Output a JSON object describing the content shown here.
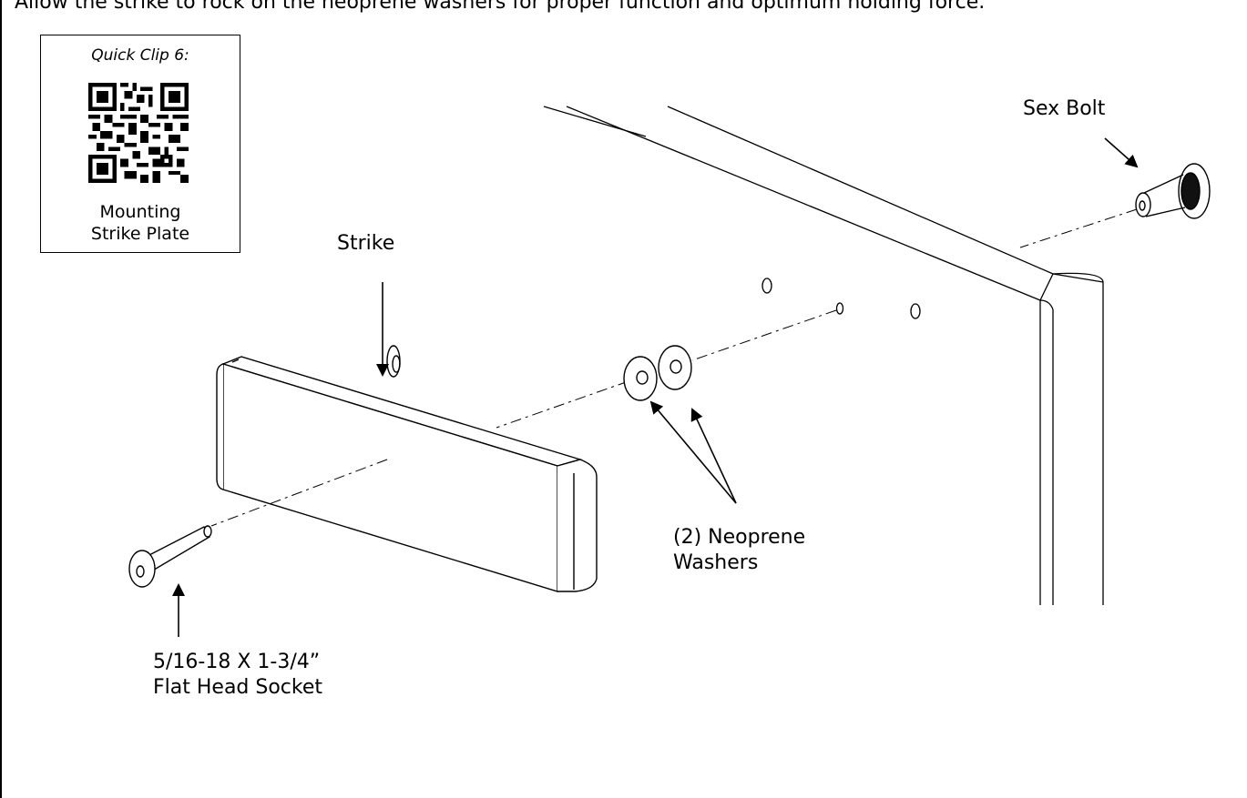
{
  "instruction": "Allow the strike to rock on the neoprene washers for proper function and optimum holding force.",
  "qr_box": {
    "title": "Quick Clip 6:",
    "caption_line1": "Mounting",
    "caption_line2": "Strike Plate"
  },
  "labels": {
    "sex_bolt": "Sex Bolt",
    "strike": "Strike",
    "washers_line1": "(2) Neoprene",
    "washers_line2": "Washers",
    "screw_line1": "5/16-18 X 1-3/4”",
    "screw_line2": "Flat Head Socket"
  }
}
